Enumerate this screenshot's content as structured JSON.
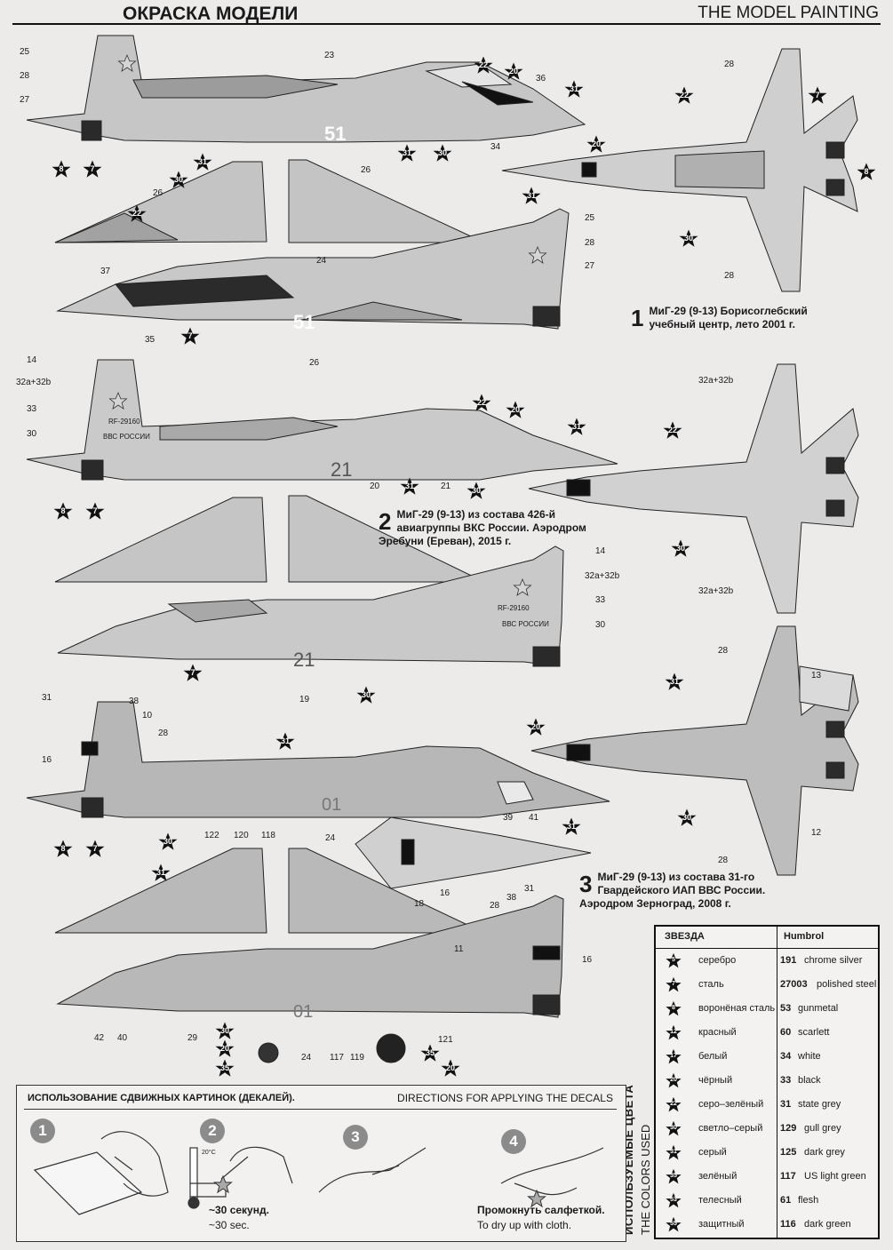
{
  "header": {
    "title_ru": "Окраска модели",
    "title_en": "THE MODEL PAINTING"
  },
  "schemes": [
    {
      "number": "1",
      "text_line1": "МиГ-29 (9-13) Борисоглебский",
      "text_line2": "учебный центр, лето 2001 г.",
      "text_line3": ""
    },
    {
      "number": "2",
      "text_line1": "МиГ-29 (9-13) из состава 426-й",
      "text_line2": "авиагруппы ВКС России. Аэродром",
      "text_line3": "Эребуни (Ереван), 2015 г."
    },
    {
      "number": "3",
      "text_line1": "МиГ-29 (9-13) из состава 31-го",
      "text_line2": "Гвардейского ИАП ВВС России.",
      "text_line3": "Аэродром Зерноград, 2008 г."
    }
  ],
  "aircraft_markings": {
    "s1_code": "51",
    "s2_code": "21",
    "s3_code": "01",
    "s2_reg": "RF-29160",
    "s2_titles": "ВВС РОССИИ"
  },
  "callouts": {
    "n25": "25",
    "n28": "28",
    "n27": "27",
    "n23": "23",
    "n36": "36",
    "n34": "34",
    "n26": "26",
    "n24": "24",
    "n37": "37",
    "n35": "35",
    "n14": "14",
    "n32": "32a+32b",
    "n33": "33",
    "n30": "30",
    "n20": "20",
    "n21": "21",
    "n19": "19",
    "n31": "31",
    "n38": "38",
    "n10": "10",
    "n16": "16",
    "n122": "122",
    "n120": "120",
    "n118": "118",
    "n39": "39",
    "n41": "41",
    "n18": "18",
    "n11": "11",
    "n42": "42",
    "n40": "40",
    "n29": "29",
    "n117": "117",
    "n119": "119",
    "n121": "121",
    "n13": "13",
    "n12": "12"
  },
  "color_table": {
    "header_star": "ЗВЕЗДА",
    "header_humbrol": "Humbrol",
    "vertical_ru": "ИСПОЛЬЗУЕМЫЕ ЦВЕТА",
    "vertical_en": "THE COLORS USED",
    "rows": [
      {
        "star": "5",
        "ru": "серебро",
        "humbrol": "191",
        "en": "chrome silver"
      },
      {
        "star": "7",
        "ru": "сталь",
        "humbrol": "27003",
        "en": "polished steel"
      },
      {
        "star": "8",
        "ru": "воронёная сталь",
        "humbrol": "53",
        "en": "gunmetal"
      },
      {
        "star": "12",
        "ru": "красный",
        "humbrol": "60",
        "en": "scarlett"
      },
      {
        "star": "17",
        "ru": "белый",
        "humbrol": "34",
        "en": "white"
      },
      {
        "star": "20",
        "ru": "чёрный",
        "humbrol": "33",
        "en": "black"
      },
      {
        "star": "22",
        "ru": "серо–зелёный",
        "humbrol": "31",
        "en": "state grey"
      },
      {
        "star": "30",
        "ru": "светло–серый",
        "humbrol": "129",
        "en": "gull grey"
      },
      {
        "star": "31",
        "ru": "серый",
        "humbrol": "125",
        "en": "dark grey"
      },
      {
        "star": "35",
        "ru": "зелёный",
        "humbrol": "117",
        "en": "US light green"
      },
      {
        "star": "53",
        "ru": "телесный",
        "humbrol": "61",
        "en": "flesh"
      },
      {
        "star": "55",
        "ru": "защитный",
        "humbrol": "116",
        "en": "dark green"
      }
    ]
  },
  "decals": {
    "title_ru": "Использование сдвижных картинок (декалей).",
    "title_en": "DIRECTIONS  FOR APPLYING THE DECALS",
    "steps": [
      "1",
      "2",
      "3",
      "4"
    ],
    "temp": "20°C",
    "time_ru": "~30 секунд.",
    "time_en": "~30 sec.",
    "dry_ru": "Промокнуть салфеткой.",
    "dry_en": "To dry up with cloth."
  },
  "colors": {
    "camo_light": "#c9c9c9",
    "camo_mid": "#a9a9a9",
    "camo_dark": "#8a8a8a",
    "ink": "#151515"
  }
}
